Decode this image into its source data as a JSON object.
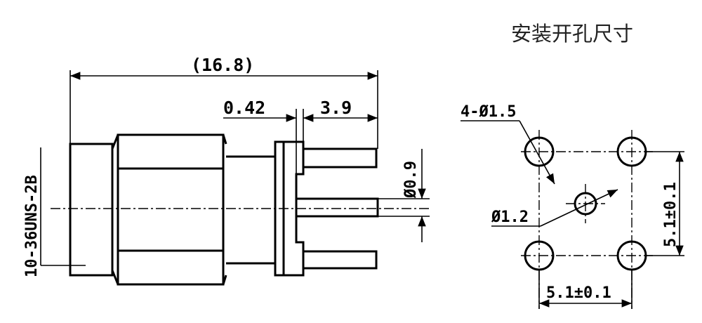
{
  "section_title": "安装开孔尺寸",
  "side_view": {
    "overall_length": "(16.8)",
    "flange_thickness": "0.42",
    "pin_length": "3.9",
    "pin_diameter": "Ø0.9",
    "thread_spec": "10-36UNS-2B"
  },
  "hole_pattern": {
    "mounting_holes": "4-Ø1.5",
    "center_hole": "Ø1.2",
    "vertical_spacing": "5.1±0.1",
    "horizontal_spacing": "5.1±0.1"
  }
}
